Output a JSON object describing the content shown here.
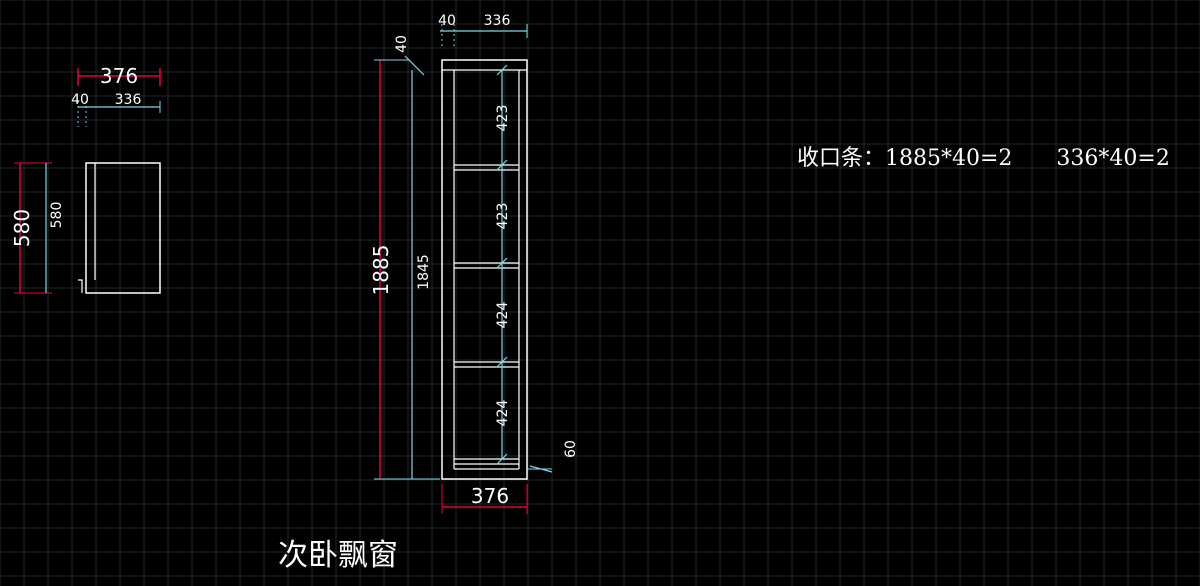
{
  "colors": {
    "background": "#000000",
    "grid": "#1e2a2e",
    "outline": "#ffffff",
    "dim_primary": "#e8003a",
    "dim_secondary": "#7fd6e6",
    "text": "#ffffff"
  },
  "side_view": {
    "overall_width": "376",
    "sub_width_left": "40",
    "sub_width_right": "336",
    "overall_height": "580",
    "inner_height": "580"
  },
  "front_view": {
    "top_left_width": "40",
    "top_right_width": "336",
    "top_offset": "40",
    "overall_height": "1885",
    "inner_height": "1845",
    "shelves": [
      "423",
      "423",
      "424",
      "424"
    ],
    "bottom_offset": "60",
    "bottom_width": "376"
  },
  "note": {
    "text": "收口条：1885*40=2　　336*40=2"
  },
  "caption": {
    "text": "次卧飘窗"
  }
}
